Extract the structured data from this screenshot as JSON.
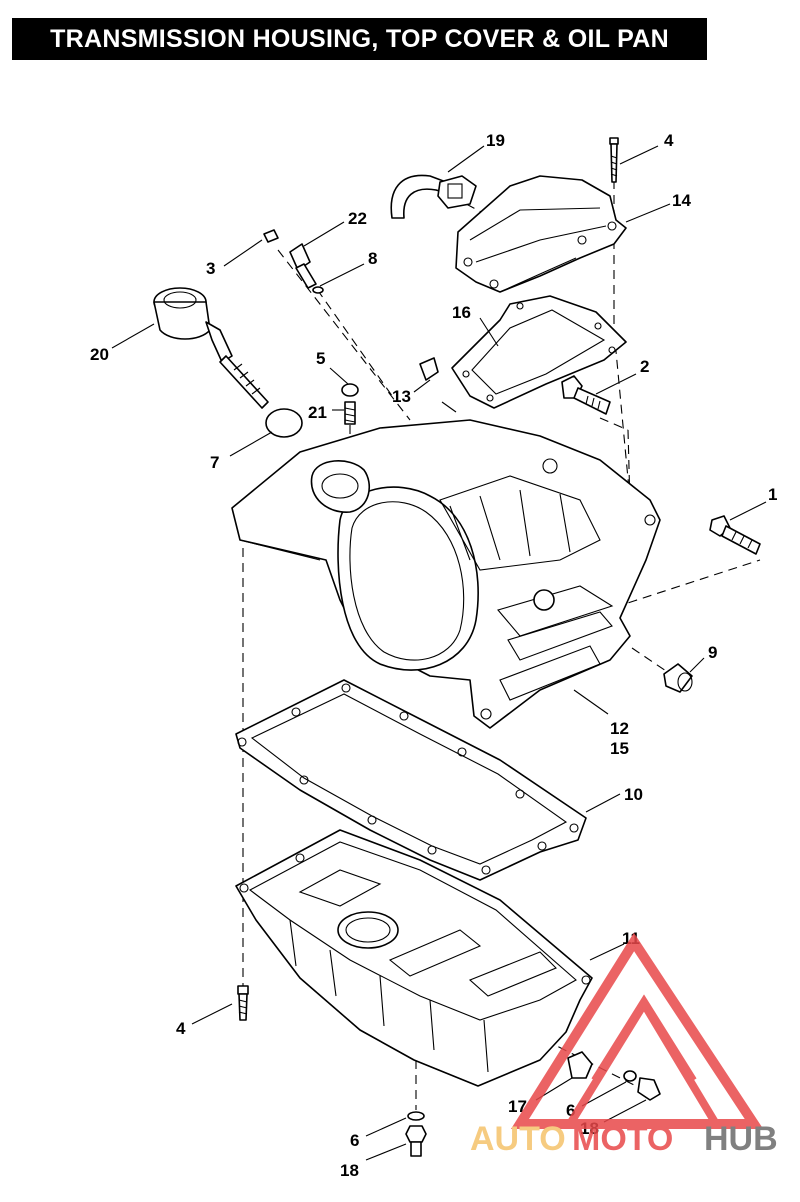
{
  "title": "TRANSMISSION HOUSING, TOP COVER & OIL PAN",
  "callouts": {
    "c1": "1",
    "c2": "2",
    "c3": "3",
    "c4_top": "4",
    "c4_bottom": "4",
    "c5": "5",
    "c6_bottom": "6",
    "c6_right": "6",
    "c7": "7",
    "c8": "8",
    "c9": "9",
    "c10": "10",
    "c11": "11",
    "c12": "12",
    "c13": "13",
    "c14": "14",
    "c15": "15",
    "c16": "16",
    "c17": "17",
    "c18_right": "18",
    "c18_bottom": "18",
    "c19": "19",
    "c20": "20",
    "c21": "21",
    "c22": "22"
  },
  "watermark": {
    "part1": "AUTO",
    "part2": "MOTO",
    "part3": "HUB",
    "color_primary": "#e8484a",
    "color_secondary": "#f5c26b",
    "color_dark": "#6b6b6b"
  }
}
